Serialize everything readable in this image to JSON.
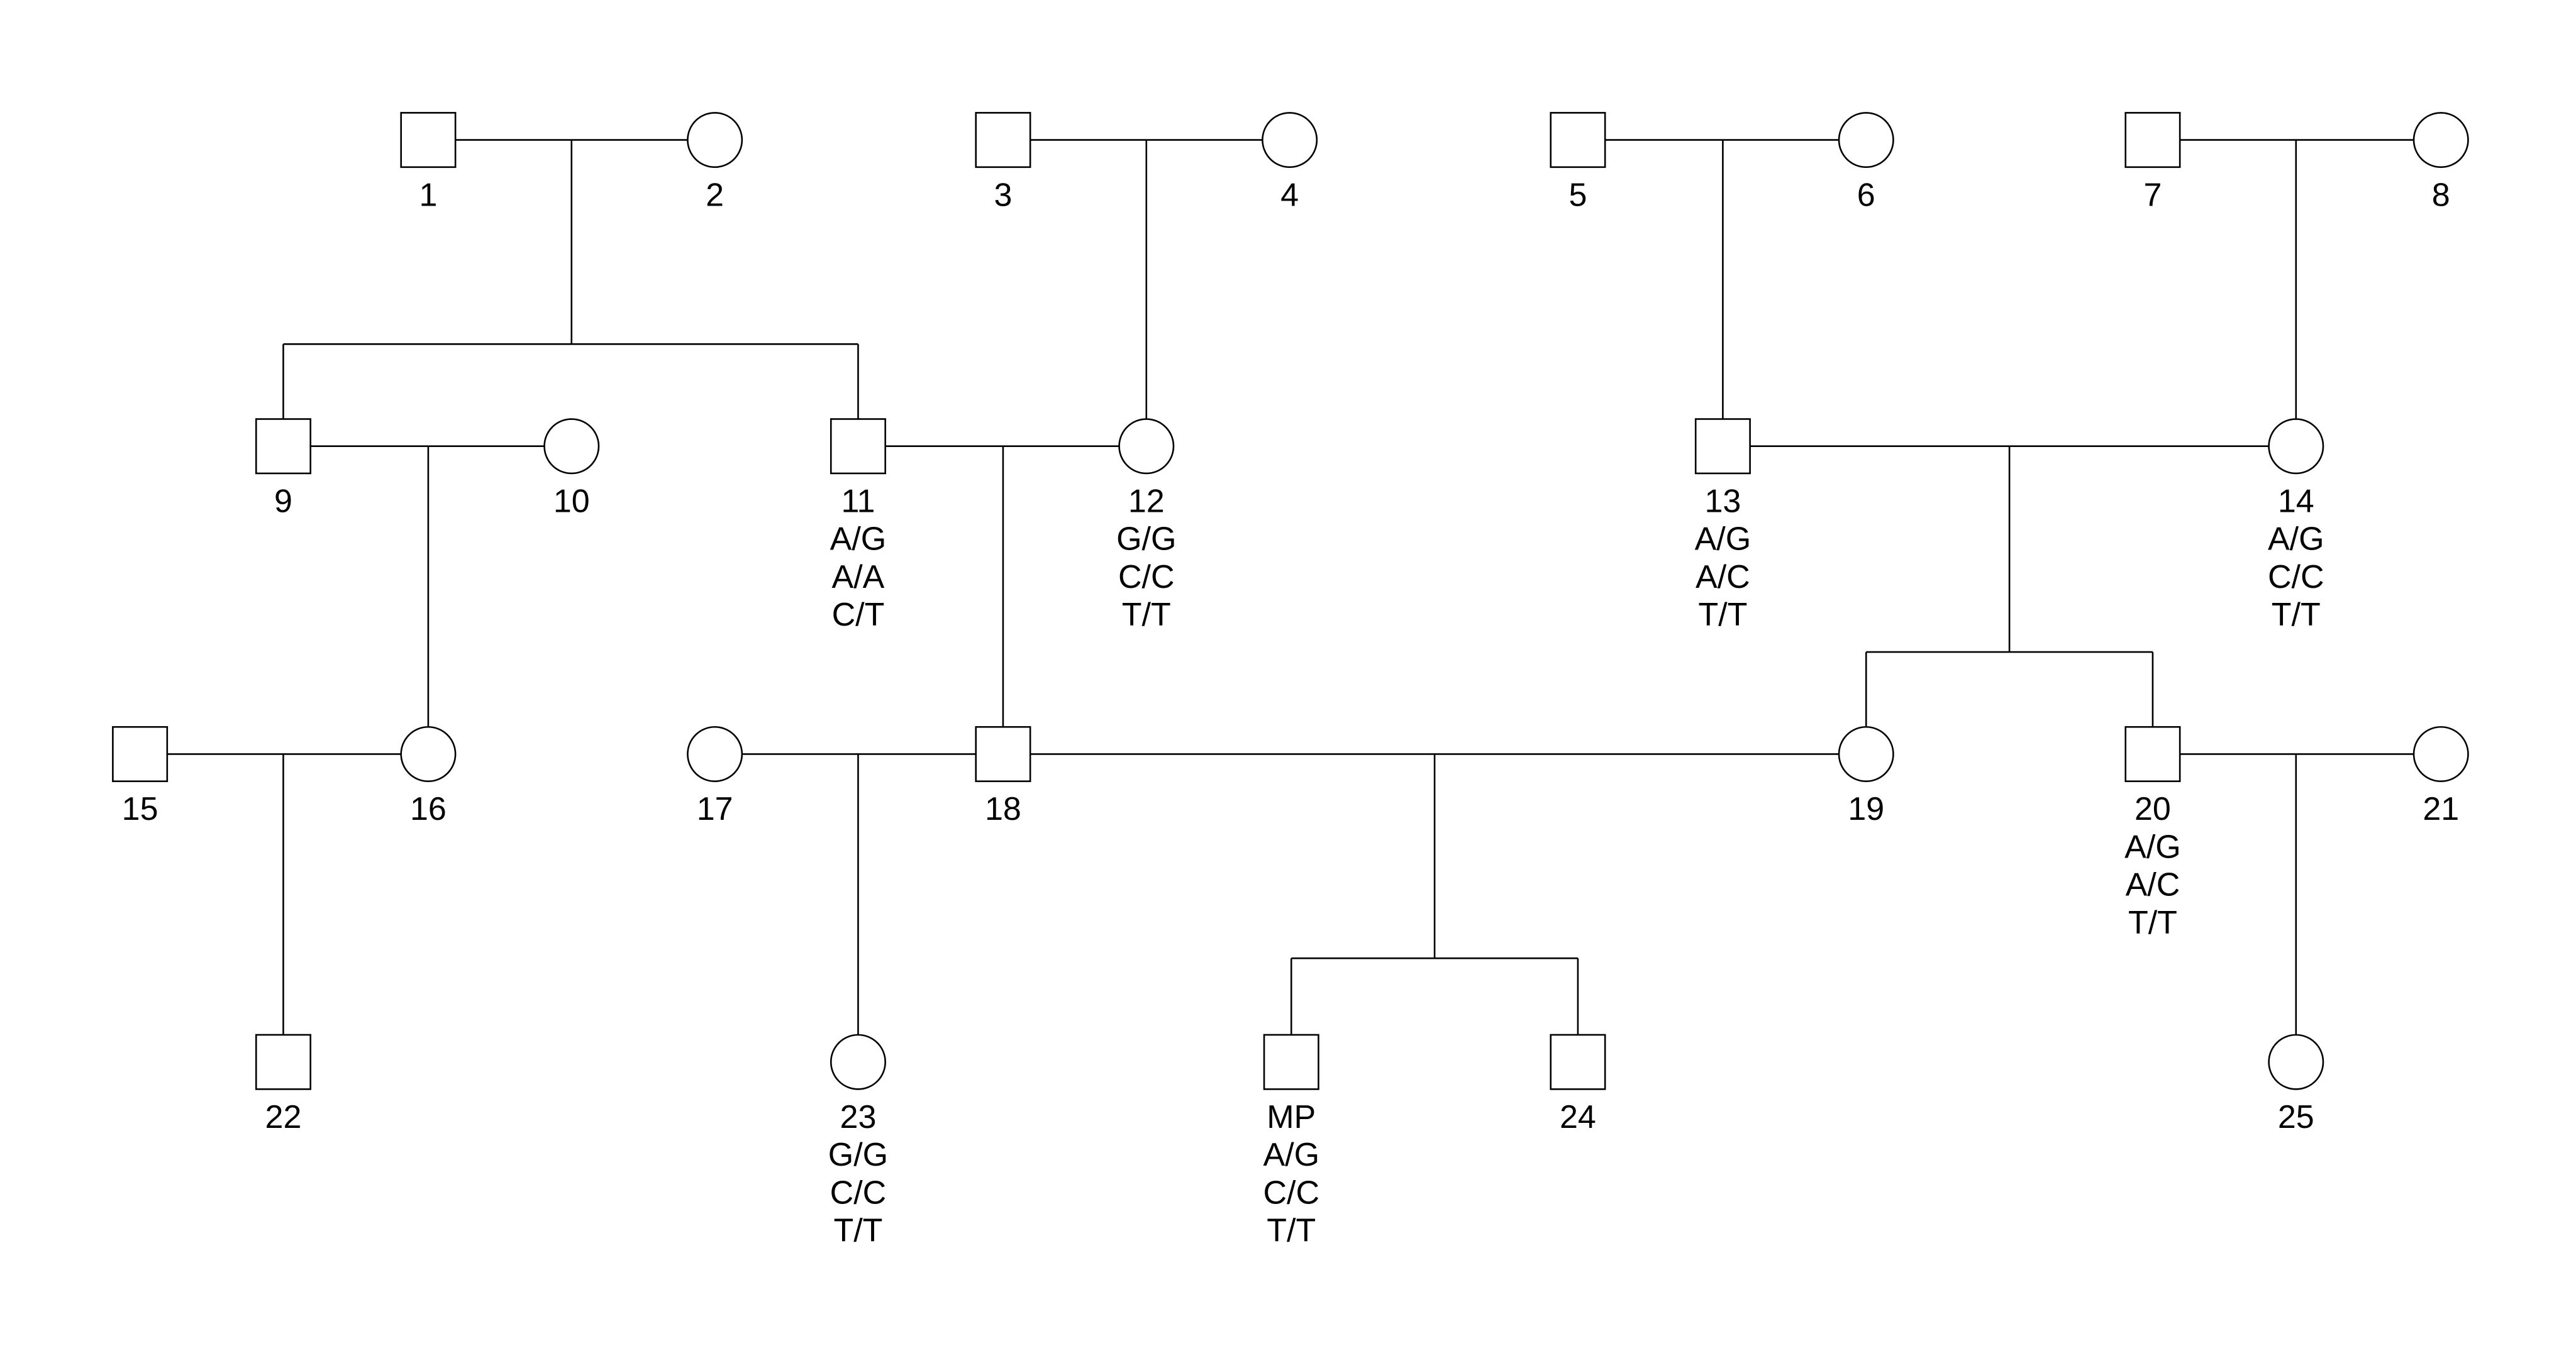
{
  "colors": {
    "line": "#000000",
    "affected_hatch": "#000000",
    "proband_hatch": "#e0405a",
    "unaffected_fill": "#ffffff"
  },
  "individuals": [
    {
      "id": "1",
      "label": "1",
      "sex": "male",
      "status": "unaffected",
      "genotypes": []
    },
    {
      "id": "2",
      "label": "2",
      "sex": "female",
      "status": "unaffected",
      "genotypes": []
    },
    {
      "id": "3",
      "label": "3",
      "sex": "male",
      "status": "unaffected",
      "genotypes": []
    },
    {
      "id": "4",
      "label": "4",
      "sex": "female",
      "status": "unaffected",
      "genotypes": []
    },
    {
      "id": "5",
      "label": "5",
      "sex": "male",
      "status": "unaffected",
      "genotypes": []
    },
    {
      "id": "6",
      "label": "6",
      "sex": "female",
      "status": "unaffected",
      "genotypes": []
    },
    {
      "id": "7",
      "label": "7",
      "sex": "male",
      "status": "unaffected",
      "genotypes": []
    },
    {
      "id": "8",
      "label": "8",
      "sex": "female",
      "status": "unaffected",
      "genotypes": []
    },
    {
      "id": "9",
      "label": "9",
      "sex": "male",
      "status": "unaffected",
      "genotypes": []
    },
    {
      "id": "10",
      "label": "10",
      "sex": "female",
      "status": "unaffected",
      "genotypes": []
    },
    {
      "id": "11",
      "label": "11",
      "sex": "male",
      "status": "affected",
      "genotypes": [
        "A/G",
        "A/A",
        "C/T"
      ]
    },
    {
      "id": "12",
      "label": "12",
      "sex": "female",
      "status": "affected",
      "genotypes": [
        "G/G",
        "C/C",
        "T/T"
      ]
    },
    {
      "id": "13",
      "label": "13",
      "sex": "male",
      "status": "affected",
      "genotypes": [
        "A/G",
        "A/C",
        "T/T"
      ]
    },
    {
      "id": "14",
      "label": "14",
      "sex": "female",
      "status": "affected",
      "genotypes": [
        "A/G",
        "C/C",
        "T/T"
      ]
    },
    {
      "id": "15",
      "label": "15",
      "sex": "male",
      "status": "unaffected",
      "genotypes": []
    },
    {
      "id": "16",
      "label": "16",
      "sex": "female",
      "status": "unaffected",
      "genotypes": []
    },
    {
      "id": "17",
      "label": "17",
      "sex": "female",
      "status": "unaffected",
      "genotypes": []
    },
    {
      "id": "18",
      "label": "18",
      "sex": "male",
      "status": "unaffected",
      "genotypes": []
    },
    {
      "id": "19",
      "label": "19",
      "sex": "female",
      "status": "unaffected",
      "genotypes": []
    },
    {
      "id": "20",
      "label": "20",
      "sex": "male",
      "status": "affected",
      "genotypes": [
        "A/G",
        "A/C",
        "T/T"
      ]
    },
    {
      "id": "21",
      "label": "21",
      "sex": "female",
      "status": "unaffected",
      "genotypes": []
    },
    {
      "id": "22",
      "label": "22",
      "sex": "male",
      "status": "unaffected",
      "genotypes": []
    },
    {
      "id": "23",
      "label": "23",
      "sex": "female",
      "status": "affected",
      "genotypes": [
        "G/G",
        "C/C",
        "T/T"
      ]
    },
    {
      "id": "MP",
      "label": "MP",
      "sex": "male",
      "status": "proband",
      "genotypes": [
        "A/G",
        "C/C",
        "T/T"
      ]
    },
    {
      "id": "24",
      "label": "24",
      "sex": "male",
      "status": "unaffected",
      "genotypes": []
    },
    {
      "id": "25",
      "label": "25",
      "sex": "female",
      "status": "unaffected",
      "genotypes": []
    }
  ],
  "couples": [
    {
      "partners": [
        "1",
        "2"
      ],
      "children": [
        "9",
        "11"
      ]
    },
    {
      "partners": [
        "3",
        "4"
      ],
      "children": [
        "12"
      ]
    },
    {
      "partners": [
        "5",
        "6"
      ],
      "children": [
        "13"
      ]
    },
    {
      "partners": [
        "7",
        "8"
      ],
      "children": [
        "14"
      ]
    },
    {
      "partners": [
        "9",
        "10"
      ],
      "children": [
        "16"
      ]
    },
    {
      "partners": [
        "11",
        "12"
      ],
      "children": [
        "18"
      ]
    },
    {
      "partners": [
        "13",
        "14"
      ],
      "children": [
        "19",
        "20"
      ]
    },
    {
      "partners": [
        "15",
        "16"
      ],
      "children": [
        "22"
      ]
    },
    {
      "partners": [
        "17",
        "18"
      ],
      "children": [
        "23"
      ]
    },
    {
      "partners": [
        "18",
        "19"
      ],
      "children": [
        "MP",
        "24"
      ]
    },
    {
      "partners": [
        "20",
        "21"
      ],
      "children": [
        "25"
      ]
    }
  ]
}
